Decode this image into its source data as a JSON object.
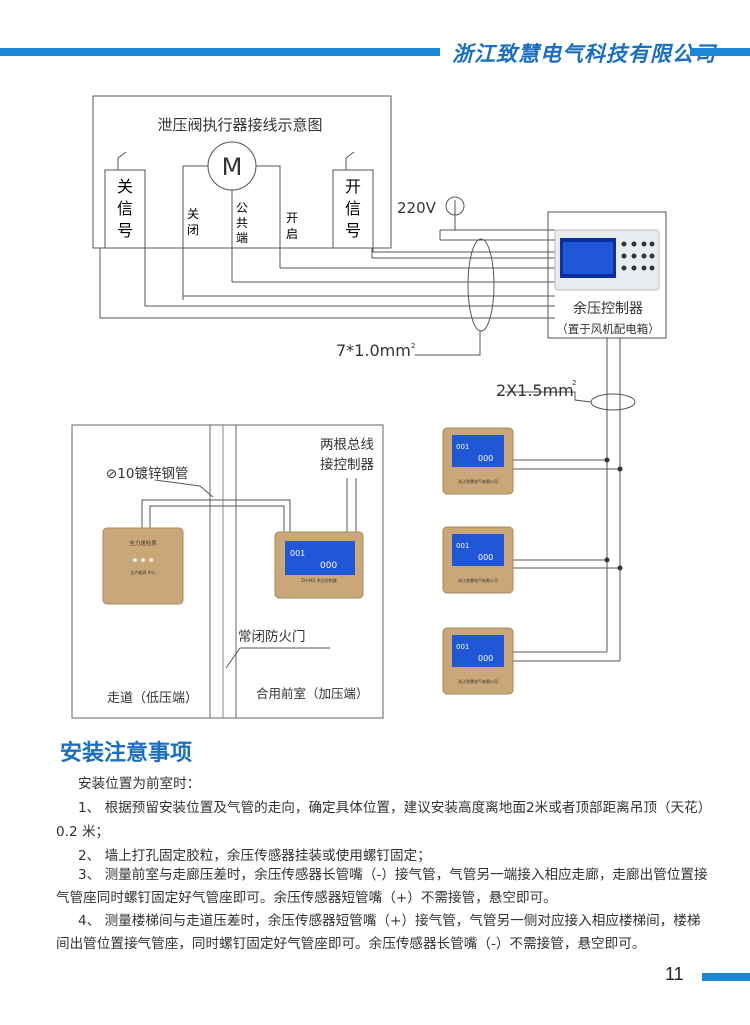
{
  "header": {
    "company": "浙江致慧电气科技有限公司"
  },
  "diagram_top": {
    "title": "泄压阀执行器接线示意图",
    "close_signal": [
      "关",
      "信",
      "号"
    ],
    "open_signal": [
      "开",
      "信",
      "号"
    ],
    "motor": "M",
    "close_wire": [
      "关",
      "闭"
    ],
    "common_wire": [
      "公",
      "共",
      "端"
    ],
    "open_wire": [
      "开",
      "启"
    ],
    "voltage": "220V",
    "controller_label": "余压控制器",
    "controller_note": "（置于风机配电箱）",
    "cable_label": "7*1.0mm",
    "cable_sup": "2",
    "bus_label": "2X1.5mm",
    "bus_sup": "2"
  },
  "diagram_room": {
    "pipe_label": "⊘10镀锌钢管",
    "bus_note_1": "两根总线",
    "bus_note_2": "接控制器",
    "door_label": "常闭防火门",
    "corridor_label": "走道（低压端）",
    "anteroom_label": "合用前室（加压端）",
    "sensor_brand": "全力送检表",
    "sensor_sub": "全力能源 中心",
    "panel_reading_1": "001",
    "panel_reading_2": "000",
    "panel_model": "ZH-YK4 余压控制器",
    "panel_company": "浙江致慧电气有限公司"
  },
  "section": {
    "title": "安装注意事项",
    "intro": "安装位置为前室时：",
    "item1_line1": "1、 根据预留安装位置及气管的走向，确定具体位置，建议安装高度离地面2米或者顶部距离吊顶（天花）",
    "item1_line2": "0.2 米；",
    "item2": "2、 墙上打孔固定胶粒，余压传感器挂装或使用螺钉固定；",
    "item3_line1": "3、 测量前室与走廊压差时，余压传感器长管嘴（-）接气管，气管另一端接入相应走廊，走廊出管位置接",
    "item3_line2": "气管座同时螺钉固定好气管座即可。余压传感器短管嘴（+）不需接管，悬空即可。",
    "item4_line1": "4、 测量楼梯间与走道压差时，余压传感器短管嘴（+）接气管，气管另一侧对应接入相应楼梯间，楼梯",
    "item4_line2": "间出管位置接气管座，同时螺钉固定好气管座即可。余压传感器长管嘴（-）不需接管，悬空即可。"
  },
  "footer": {
    "page": "11"
  },
  "colors": {
    "accent": "#1a88d6",
    "title_blue": "#1a6fc0",
    "panel_gold": "#c9a779",
    "lcd_blue": "#1f57d6"
  }
}
